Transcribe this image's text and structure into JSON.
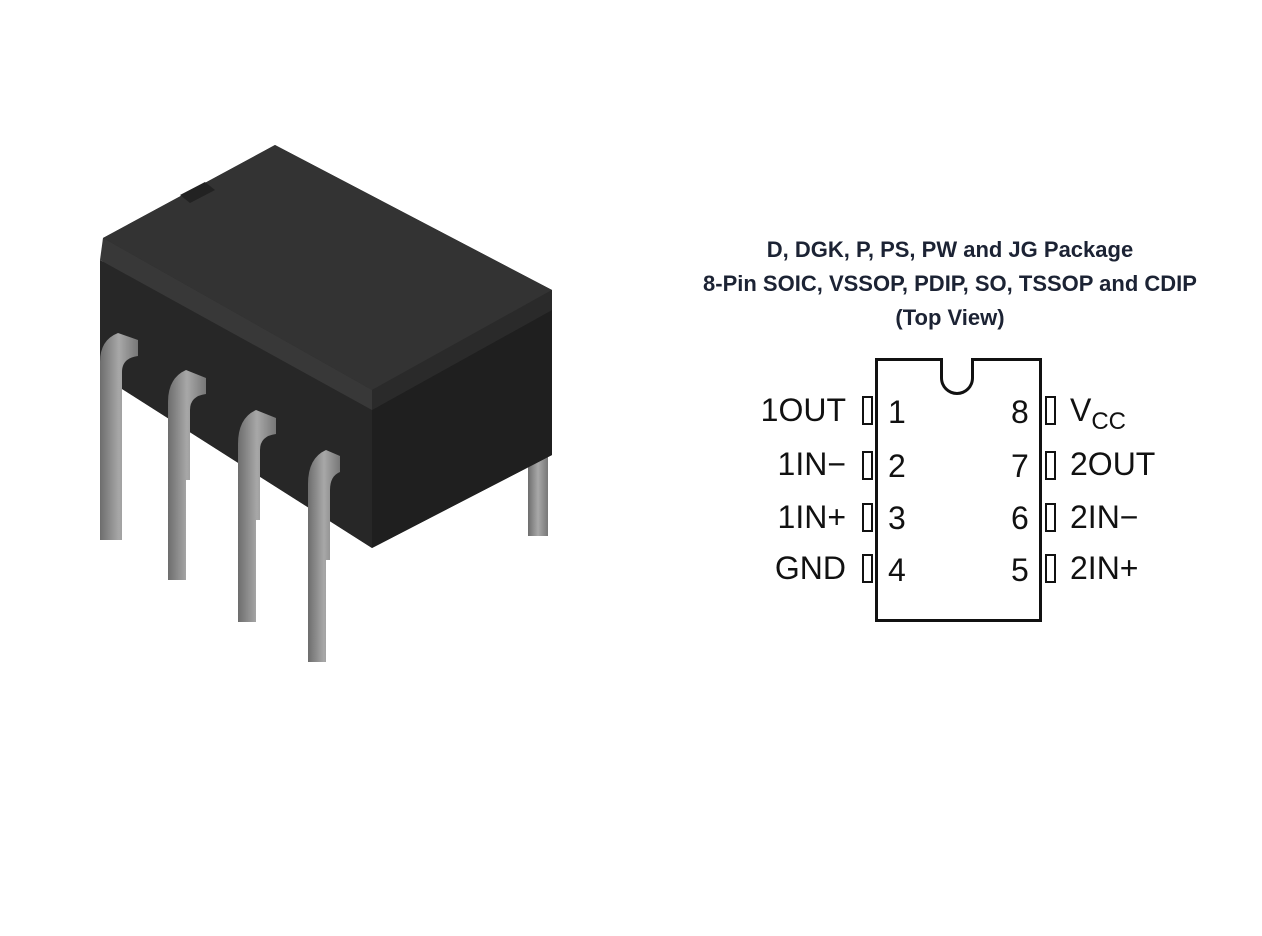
{
  "package": {
    "title_line1": "D, DGK, P, PS, PW and JG Package",
    "title_line2": "8-Pin SOIC, VSSOP, PDIP, SO, TSSOP and CDIP",
    "title_line3": "(Top View)"
  },
  "pins": [
    {
      "number": "1",
      "name": "1OUT"
    },
    {
      "number": "2",
      "name": "1IN−"
    },
    {
      "number": "3",
      "name": "1IN+"
    },
    {
      "number": "4",
      "name": "GND"
    },
    {
      "number": "8",
      "name": "V",
      "name_subscript": "CC"
    },
    {
      "number": "7",
      "name": "2OUT"
    },
    {
      "number": "6",
      "name": "2IN−"
    },
    {
      "number": "5",
      "name": "2IN+"
    }
  ],
  "colors": {
    "chip_body": "#2b2b2b",
    "pin_metal": "#8e8e8e",
    "title_text": "#1c2334"
  }
}
